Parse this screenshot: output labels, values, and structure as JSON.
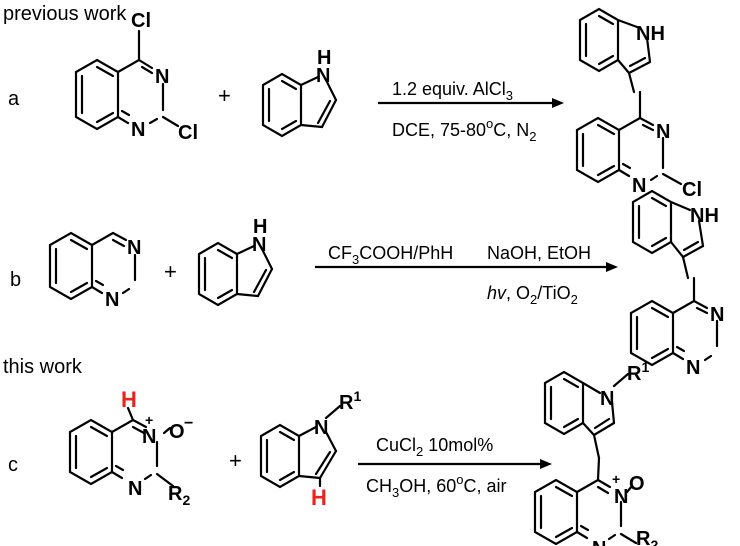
{
  "headings": {
    "previous": "previous work",
    "this": "this work"
  },
  "rows": [
    {
      "letter": "a",
      "plus": "+",
      "reagent_top": {
        "main": "1.2 equiv. AlCl",
        "sub": "3"
      },
      "conditions": {
        "pre": "DCE, 75-80",
        "sup": "o",
        "mid": "C, N",
        "sub": "2"
      }
    },
    {
      "letter": "b",
      "plus": "+",
      "step1": {
        "a": "CF",
        "a_sub": "3",
        "b": "COOH/PhH"
      },
      "step2_top": "NaOH, EtOH",
      "step2_bottom": {
        "hv": "hv",
        "rest": ", O",
        "sub1": "2",
        "tio": "/TiO",
        "sub2": "2"
      }
    },
    {
      "letter": "c",
      "plus": "+",
      "catalyst": {
        "main": "CuCl",
        "sub": "2",
        "rest": " 10mol%"
      },
      "conditions": {
        "pre": "CH",
        "sub": "3",
        "mid": "OH, 60",
        "sup": "o",
        "post": "C, air"
      }
    }
  ],
  "atoms": {
    "Cl": "Cl",
    "N": "N",
    "NH": "NH",
    "H": "H",
    "O_minus": "O",
    "minus": "−",
    "O": "O",
    "plus_charge": "+",
    "R": "R",
    "R1_sup": "1",
    "R2_sub": "2"
  },
  "colors": {
    "highlight_h": "#e8241c"
  }
}
